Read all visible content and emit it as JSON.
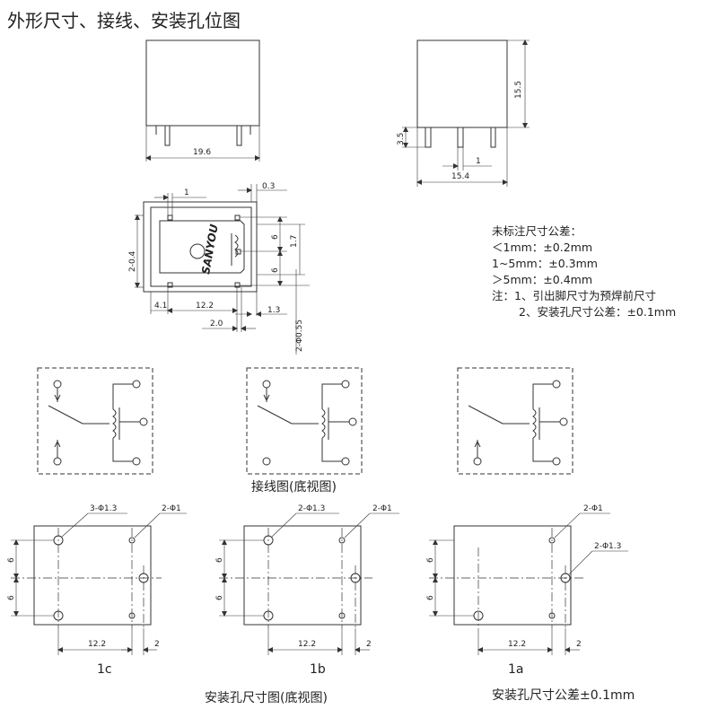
{
  "title": "外形尺寸、接线、安装孔位图",
  "outline": {
    "front_width": "19.6",
    "side_width": "15.4",
    "side_height": "15.5",
    "side_pin": "3.5",
    "side_pin_gap": "1"
  },
  "bottom_view": {
    "brand": "SANYOU",
    "pin_width": "1",
    "offset_top": "0.3",
    "row_a": "6",
    "row_b": "6",
    "gap": "1.7",
    "left_dim": "2-0.4",
    "bottom_a": "4.1",
    "bottom_b": "12.2",
    "bottom_c": "2.0",
    "bottom_d": "1.3",
    "pin_dia": "2-Φ0.55"
  },
  "tolerance_notes": [
    "未标注尺寸公差：",
    "＜1mm：±0.2mm",
    "1~5mm：±0.3mm",
    "＞5mm：±0.4mm",
    "注：1、引出脚尺寸为预焊前尺寸",
    "2、安装孔尺寸公差：±0.1mm"
  ],
  "wiring_caption": "接线图(底视图)",
  "holes": [
    {
      "label": "1c",
      "callout_left": "3-Φ1.3",
      "callout_right": "2-Φ1",
      "dim_v1": "6",
      "dim_v2": "6",
      "dim_h": "12.2",
      "dim_h2": "2"
    },
    {
      "label": "1b",
      "callout_left": "2-Φ1.3",
      "callout_right": "2-Φ1",
      "dim_v1": "6",
      "dim_v2": "6",
      "dim_h": "12.2",
      "dim_h2": "2"
    },
    {
      "label": "1a",
      "callout_left": "2-Φ1.3",
      "callout_right": "2-Φ1",
      "dim_v1": "6",
      "dim_v2": "6",
      "dim_h": "12.2",
      "dim_h2": "2"
    }
  ],
  "hole_caption_left": "安装孔尺寸图(底视图)",
  "hole_caption_right": "安装孔尺寸公差±0.1mm"
}
